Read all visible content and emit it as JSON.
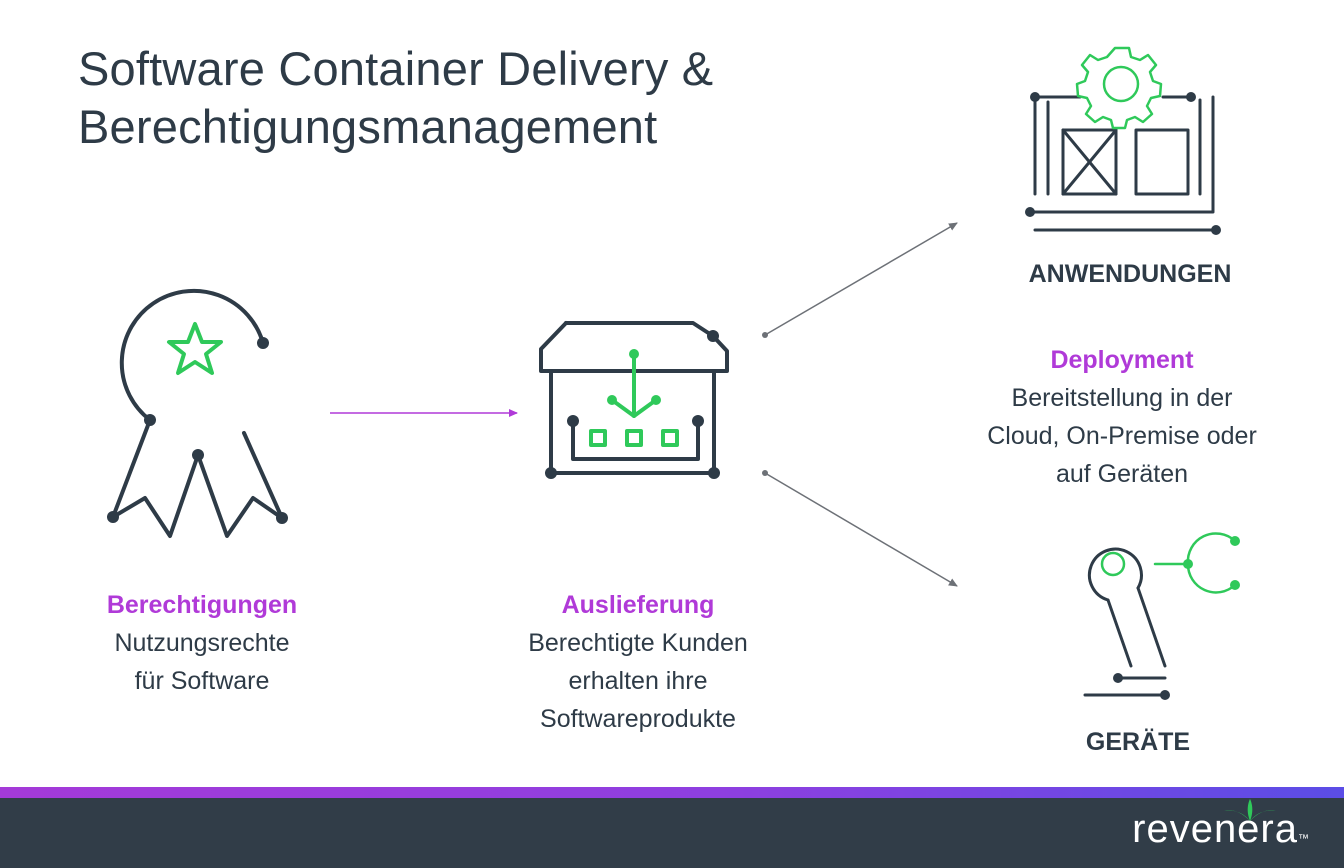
{
  "title": {
    "line1": "Software Container Delivery &",
    "line2": "Berechtigungsmanagement"
  },
  "entitlements": {
    "heading": "Berechtigungen",
    "line1": "Nutzungsrechte",
    "line2": "für Software",
    "icon": "award-ribbon-icon"
  },
  "delivery": {
    "heading": "Auslieferung",
    "line1": "Berechtigte Kunden",
    "line2": "erhalten ihre",
    "line3": "Softwareprodukte",
    "icon": "box-download-icon"
  },
  "deployment": {
    "heading": "Deployment",
    "line1": "Bereitstellung in der",
    "line2": "Cloud, On-Premise oder",
    "line3": "auf Geräten"
  },
  "applications": {
    "caption": "ANWENDUNGEN",
    "icon": "application-gear-icon"
  },
  "devices": {
    "caption": "GERÄTE",
    "icon": "robot-arm-icon"
  },
  "footer": {
    "brand": "revenera",
    "trademark": "™"
  },
  "colors": {
    "text": "#2e3b47",
    "accent_purple": "#b03ad8",
    "accent_green": "#2fc95a",
    "footer_bg": "#313d48"
  }
}
